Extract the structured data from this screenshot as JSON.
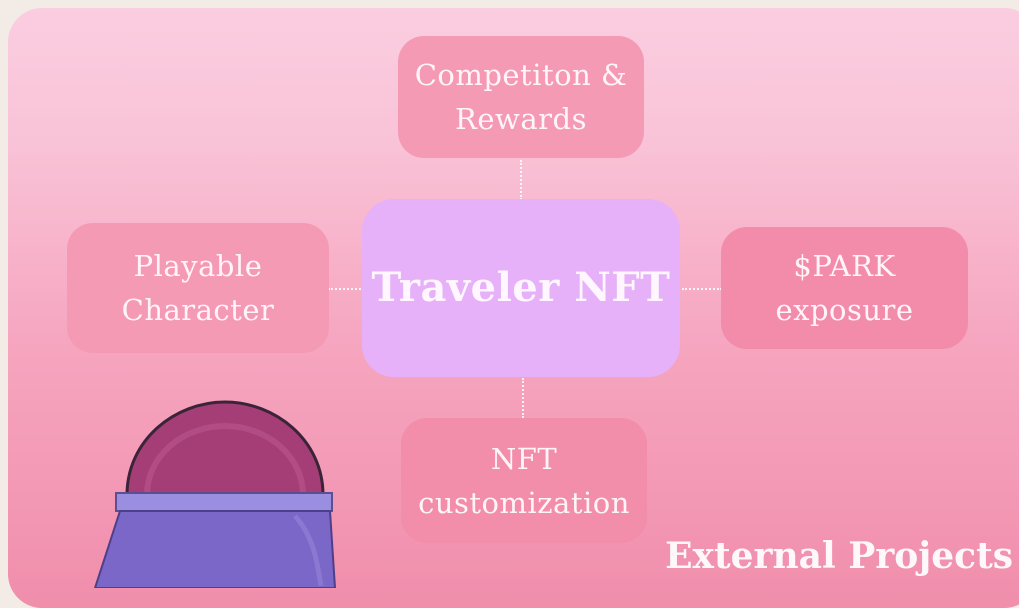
{
  "diagram": {
    "center": "Traveler NFT",
    "top": [
      "Competiton &",
      "Rewards"
    ],
    "left": [
      "Playable",
      "Character"
    ],
    "right": [
      "$PARK",
      "exposure"
    ],
    "bottom": [
      "NFT",
      "customization"
    ]
  },
  "footer": {
    "title": "External Projects"
  }
}
